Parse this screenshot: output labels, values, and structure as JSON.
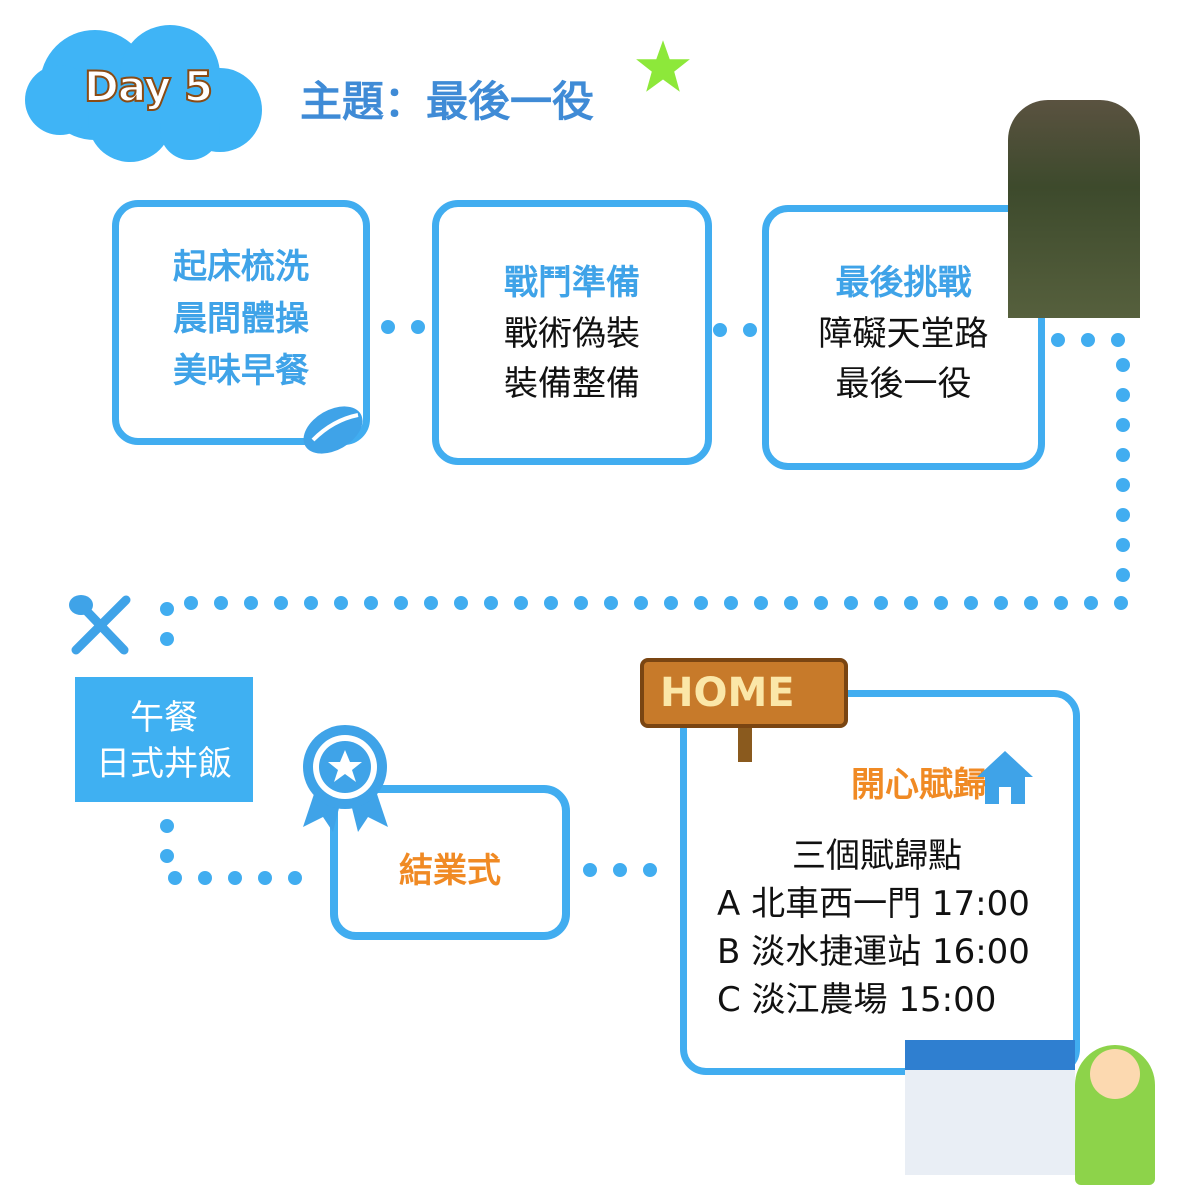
{
  "header": {
    "day_label": "Day 5",
    "title": "主題：最後一役"
  },
  "steps": [
    {
      "lines": [
        "起床梳洗",
        "晨間體操",
        "美味早餐"
      ]
    },
    {
      "title": "戰鬥準備",
      "lines": [
        "戰術偽裝",
        "裝備整備"
      ]
    },
    {
      "title": "最後挑戰",
      "lines": [
        "障礙天堂路",
        "最後一役"
      ]
    }
  ],
  "lunch": {
    "lines": [
      "午餐",
      "日式丼飯"
    ]
  },
  "ceremony": {
    "title": "結業式"
  },
  "home": {
    "sign": "HOME",
    "title": "開心賦歸",
    "subtitle": "三個賦歸點",
    "points": [
      "A 北車西一門 17:00",
      "B 淡水捷運站 16:00",
      "C 淡江農場 15:00"
    ]
  },
  "colors": {
    "blue": "#41adf0",
    "title_blue": "#3f8bd6",
    "orange": "#f08a24",
    "green_star": "#8de83a"
  }
}
